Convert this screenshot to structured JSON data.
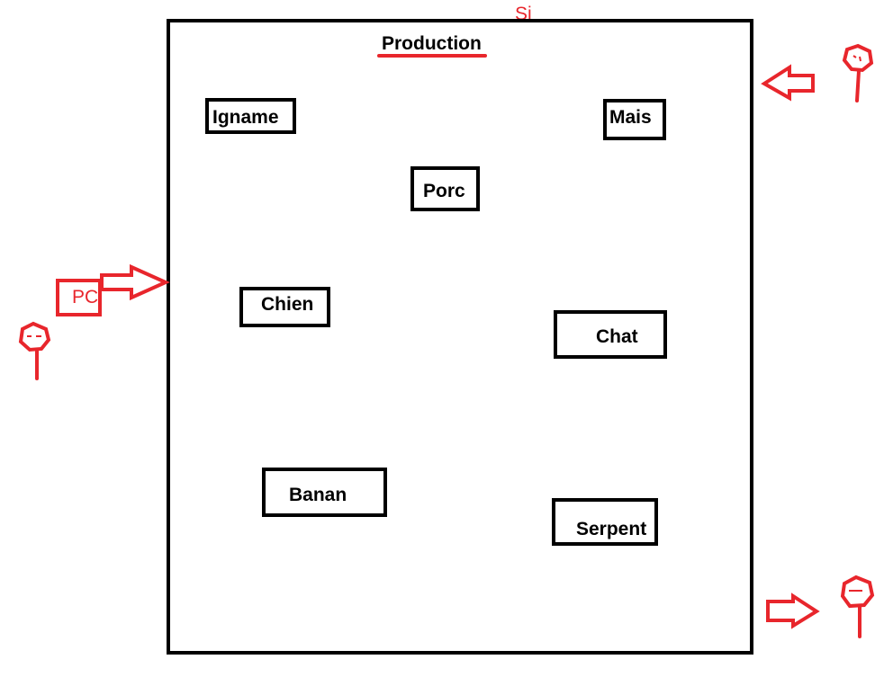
{
  "system_label": "Si",
  "title": "Production",
  "items": {
    "igname": "Igname",
    "mais": "Mais",
    "porc": "Porc",
    "chien": "Chien",
    "chat": "Chat",
    "banan": "Banan",
    "serpent": "Serpent"
  },
  "pc_label": "PC",
  "colors": {
    "diagram_ink": "#000000",
    "annotation_red": "#e8262c"
  }
}
